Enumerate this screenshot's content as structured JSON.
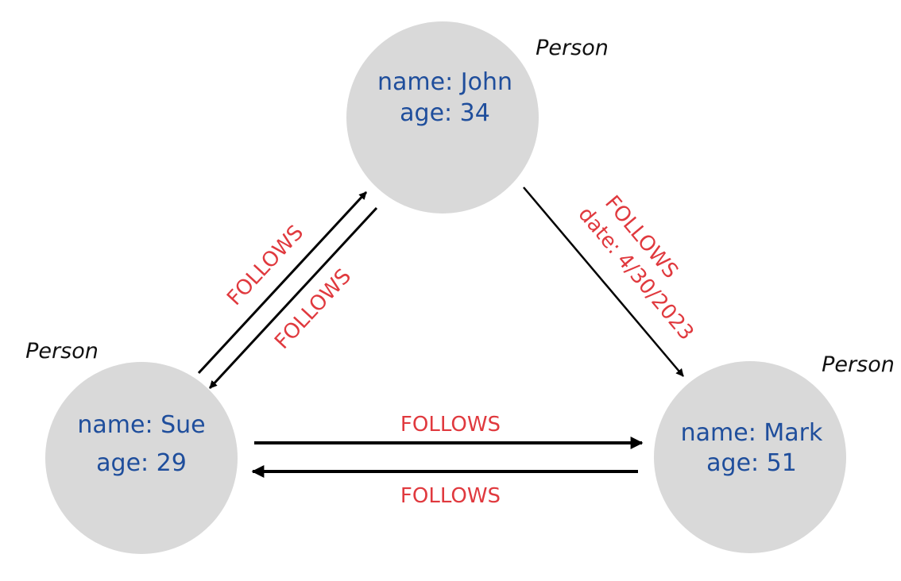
{
  "colors": {
    "node_fill": "#d9d9d9",
    "property_text": "#1f4e9c",
    "relationship_text": "#e0393e",
    "label_text": "#111111",
    "edge": "#000000"
  },
  "nodes": {
    "john": {
      "type": "Person",
      "name_line": "name:  John",
      "age_line": "age:  34"
    },
    "sue": {
      "type": "Person",
      "name_line": "name:  Sue",
      "age_line": "age:  29"
    },
    "mark": {
      "type": "Person",
      "name_line": "name:  Mark",
      "age_line": "age:  51"
    }
  },
  "relationships": {
    "sue_to_john": {
      "label": "FOLLOWS"
    },
    "john_to_sue": {
      "label": "FOLLOWS"
    },
    "john_to_mark": {
      "label": "FOLLOWS",
      "property": "date: 4/30/2023"
    },
    "sue_to_mark": {
      "label": "FOLLOWS"
    },
    "mark_to_sue": {
      "label": "FOLLOWS"
    }
  }
}
